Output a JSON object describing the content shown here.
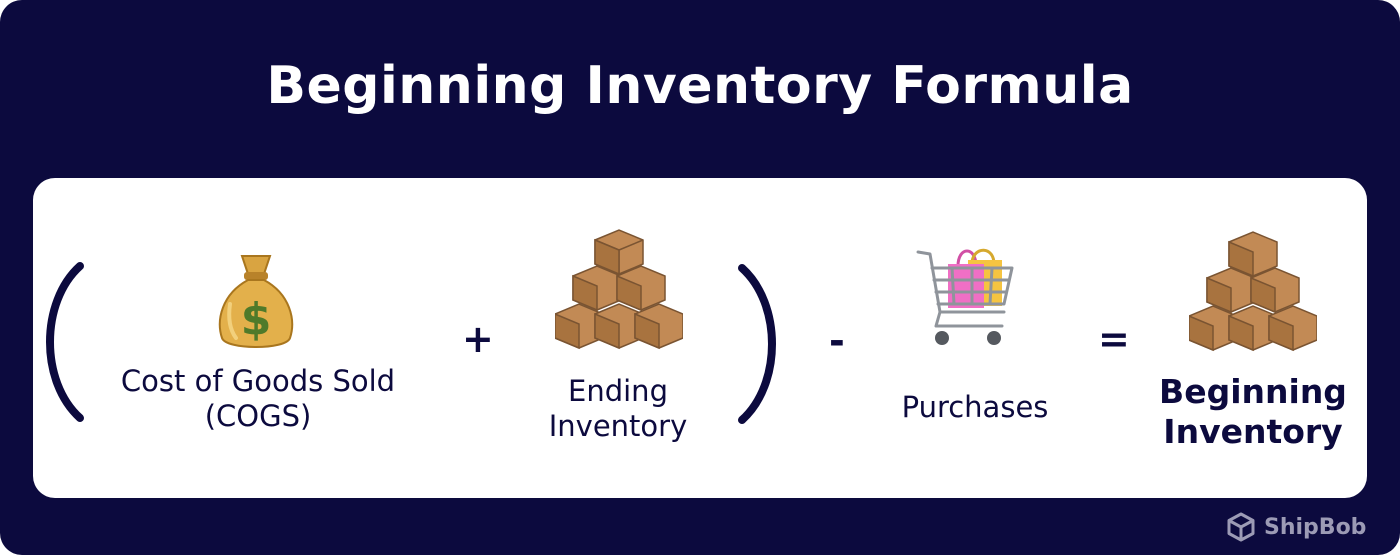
{
  "title": "Beginning Inventory Formula",
  "terms": {
    "cogs": {
      "line1": "Cost of Goods Sold",
      "line2": "(COGS)",
      "icon": "money-bag-icon"
    },
    "ending": {
      "line1": "Ending",
      "line2": "Inventory",
      "icon": "boxes-icon"
    },
    "purchases": {
      "label": "Purchases",
      "icon": "shopping-cart-icon"
    },
    "result": {
      "line1": "Beginning",
      "line2": "Inventory",
      "icon": "boxes-icon"
    }
  },
  "operators": {
    "plus": "+",
    "minus": "-",
    "equals": "="
  },
  "brand": {
    "name": "ShipBob"
  },
  "colors": {
    "background": "#0c0a3e",
    "card": "#ffffff",
    "text": "#0c0a3e",
    "box": "#c28a55"
  }
}
